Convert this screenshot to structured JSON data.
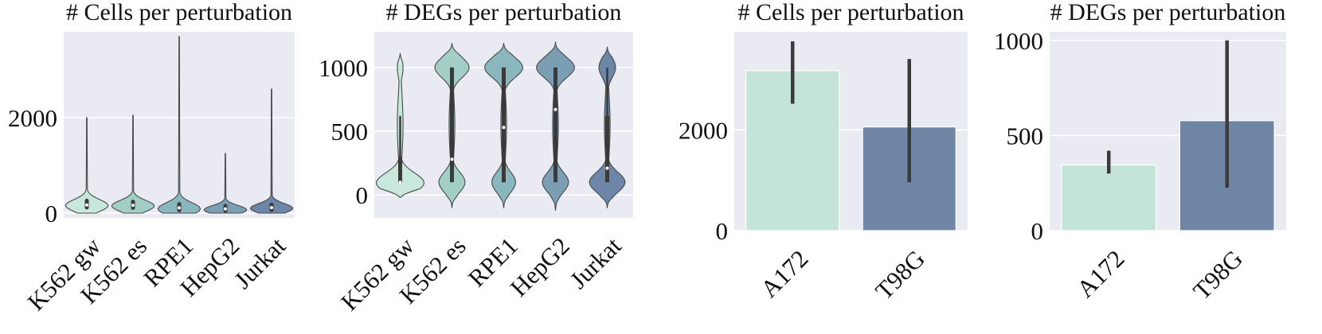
{
  "colors": {
    "panel_background": "#EAEAF2",
    "grid": "#FFFFFF",
    "violin_outline": "#4A4A4A",
    "inner_box": "#3A3A3A",
    "median": "#FFFFFF",
    "error_bar": "#3B3B3B",
    "palette5": [
      "#C8E8DC",
      "#A3CEC6",
      "#8AB6BE",
      "#7C9EB2",
      "#6D85A6"
    ],
    "palette2": [
      "#C5E4D9",
      "#6F86A6"
    ]
  },
  "chart_data": [
    {
      "type": "violin",
      "title": "# Cells per perturbation",
      "xlabel": "",
      "ylabel": "",
      "categories": [
        "K562 gw",
        "K562 es",
        "RPE1",
        "HepG2",
        "Jurkat"
      ],
      "ylim": [
        -100,
        3800
      ],
      "yticks": [
        0,
        2000
      ],
      "grid": true,
      "distributions": [
        {
          "min": 0,
          "q1": 120,
          "median": 170,
          "q3": 260,
          "max": 2000,
          "mode": 160,
          "core_max": 480
        },
        {
          "min": 0,
          "q1": 110,
          "median": 165,
          "q3": 240,
          "max": 2050,
          "mode": 150,
          "core_max": 450
        },
        {
          "min": 0,
          "q1": 60,
          "median": 110,
          "q3": 190,
          "max": 3700,
          "mode": 90,
          "core_max": 420
        },
        {
          "min": 0,
          "q1": 50,
          "median": 90,
          "q3": 150,
          "max": 1250,
          "mode": 70,
          "core_max": 300
        },
        {
          "min": 0,
          "q1": 70,
          "median": 115,
          "q3": 180,
          "max": 2600,
          "mode": 100,
          "core_max": 360
        }
      ]
    },
    {
      "type": "violin",
      "title": "# DEGs per perturbation",
      "xlabel": "",
      "ylabel": "",
      "categories": [
        "K562 gw",
        "K562 es",
        "RPE1",
        "HepG2",
        "Jurkat"
      ],
      "ylim": [
        -180,
        1280
      ],
      "yticks": [
        0,
        500,
        1000
      ],
      "grid": true,
      "distributions": [
        {
          "min": -20,
          "q1": 95,
          "median": 100,
          "q3": 620,
          "max": 1110,
          "whisker_low": 95,
          "whisker_high": 620,
          "box_high": 300
        },
        {
          "min": -100,
          "q1": 100,
          "median": 280,
          "q3": 1000,
          "max": 1190,
          "whisker_low": 100,
          "whisker_high": 1000,
          "box_high": 1000
        },
        {
          "min": -100,
          "q1": 100,
          "median": 530,
          "q3": 1000,
          "max": 1190,
          "whisker_low": 100,
          "whisker_high": 1000,
          "box_high": 1000
        },
        {
          "min": -120,
          "q1": 100,
          "median": 670,
          "q3": 1000,
          "max": 1200,
          "whisker_low": 100,
          "whisker_high": 1000,
          "box_high": 1000
        },
        {
          "min": -100,
          "q1": 100,
          "median": 210,
          "q3": 620,
          "max": 1160,
          "whisker_low": 100,
          "whisker_high": 1000,
          "box_high": 620
        }
      ]
    },
    {
      "type": "bar",
      "title": "# Cells per perturbation",
      "xlabel": "",
      "ylabel": "",
      "categories": [
        "A172",
        "T98G"
      ],
      "values": [
        3180,
        2060
      ],
      "error_low": [
        2520,
        960
      ],
      "error_high": [
        3760,
        3410
      ],
      "ylim": [
        0,
        3950
      ],
      "yticks": [
        0,
        2000
      ],
      "grid": true
    },
    {
      "type": "bar",
      "title": "# DEGs per perturbation",
      "xlabel": "",
      "ylabel": "",
      "categories": [
        "A172",
        "T98G"
      ],
      "values": [
        345,
        578
      ],
      "error_low": [
        300,
        225
      ],
      "error_high": [
        420,
        1000
      ],
      "ylim": [
        0,
        1045
      ],
      "yticks": [
        0,
        500,
        1000
      ],
      "grid": true
    }
  ]
}
